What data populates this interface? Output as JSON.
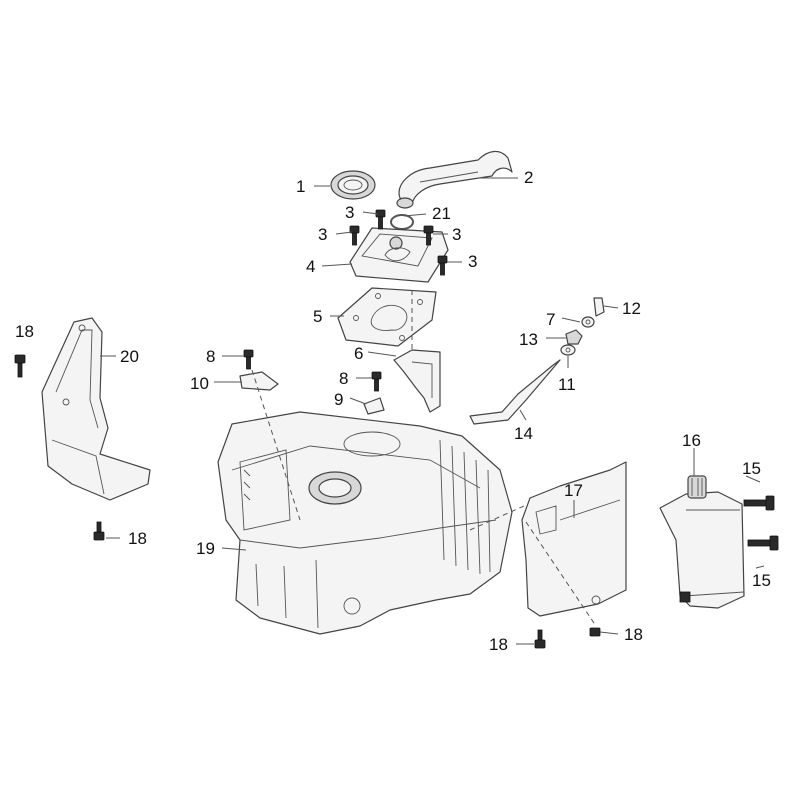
{
  "callouts": [
    {
      "label": "1"
    },
    {
      "label": "2"
    },
    {
      "label": "3"
    },
    {
      "label": "3"
    },
    {
      "label": "3"
    },
    {
      "label": "3"
    },
    {
      "label": "21"
    },
    {
      "label": "4"
    },
    {
      "label": "5"
    },
    {
      "label": "12"
    },
    {
      "label": "7"
    },
    {
      "label": "13"
    },
    {
      "label": "11"
    },
    {
      "label": "6"
    },
    {
      "label": "8"
    },
    {
      "label": "10"
    },
    {
      "label": "8"
    },
    {
      "label": "9"
    },
    {
      "label": "14"
    },
    {
      "label": "18"
    },
    {
      "label": "20"
    },
    {
      "label": "18"
    },
    {
      "label": "19"
    },
    {
      "label": "16"
    },
    {
      "label": "15"
    },
    {
      "label": "17"
    },
    {
      "label": "15"
    },
    {
      "label": "18"
    },
    {
      "label": "18"
    }
  ]
}
